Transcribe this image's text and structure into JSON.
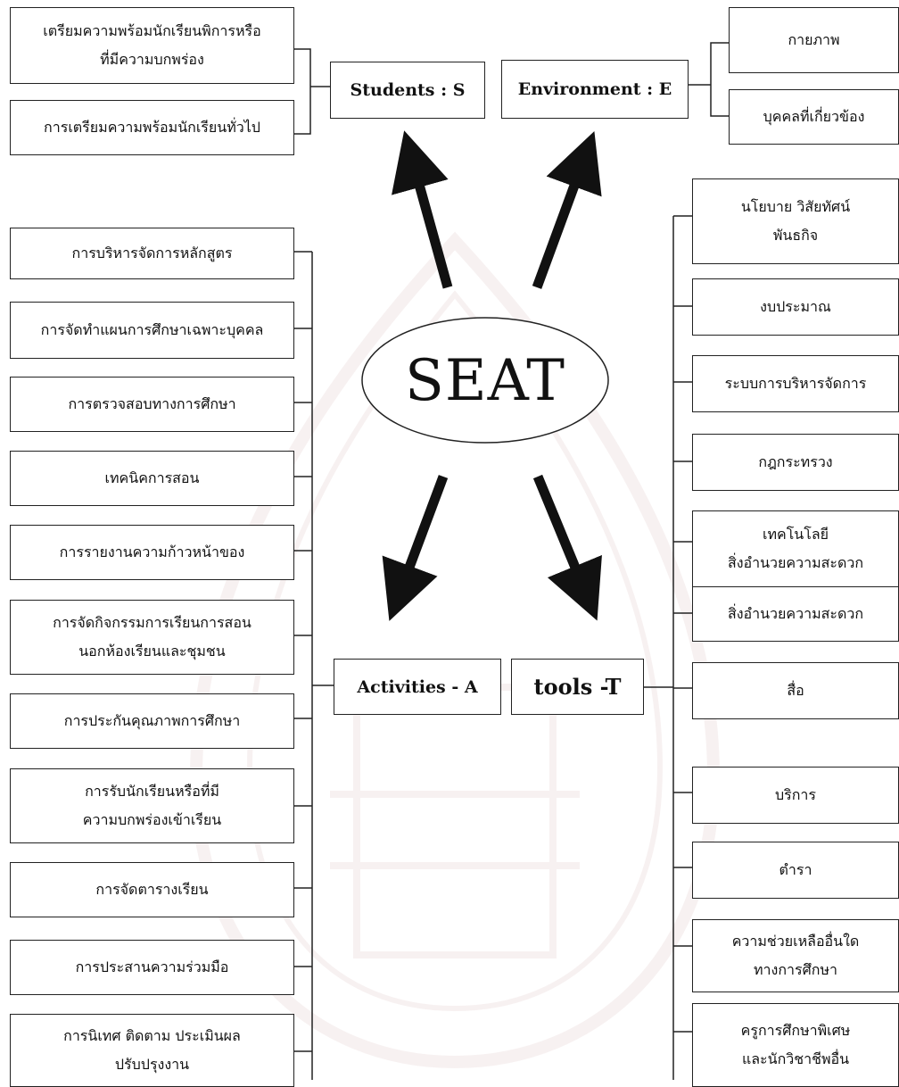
{
  "center_label": "SEAT",
  "hubs": {
    "students": "Students : S",
    "environment": "Environment : E",
    "activities": "Activities - A",
    "tools": "tools -T"
  },
  "students_items": [
    "เตรียมความพร้อมนักเรียนพิการหรือ\nที่มีความบกพร่อง",
    "การเตรียมความพร้อมนักเรียนทั่วไป"
  ],
  "environment_items": [
    "กายภาพ",
    "บุคคลที่เกี่ยวข้อง"
  ],
  "activities_items": [
    "การบริหารจัดการหลักสูตร",
    "การจัดทำแผนการศึกษาเฉพาะบุคคล",
    "การตรวจสอบทางการศึกษา",
    "เทคนิคการสอน",
    "การรายงานความก้าวหน้าของ",
    "การจัดกิจกรรมการเรียนการสอน\nนอกห้องเรียนและชุมชน",
    "การประกันคุณภาพการศึกษา",
    "การรับนักเรียนหรือที่มี\nความบกพร่องเข้าเรียน",
    "การจัดตารางเรียน",
    "การประสานความร่วมมือ",
    "การนิเทศ ติดตาม ประเมินผล\nปรับปรุงงาน"
  ],
  "tools_items": [
    "นโยบาย วิสัยทัศน์\nพันธกิจ",
    "งบประมาณ",
    "ระบบการบริหารจัดการ",
    "กฎกระทรวง",
    "เทคโนโลยี\nสิ่งอำนวยความสะดวก",
    "สิ่งอำนวยความสะดวก",
    "สื่อ",
    "บริการ",
    "ตำรา",
    "ความช่วยเหลืออื่นใด\nทางการศึกษา",
    "ครูการศึกษาพิเศษ\nและนักวิชาชีพอื่น"
  ],
  "colors": {
    "line": "#222222",
    "watermark": "#b07070"
  }
}
